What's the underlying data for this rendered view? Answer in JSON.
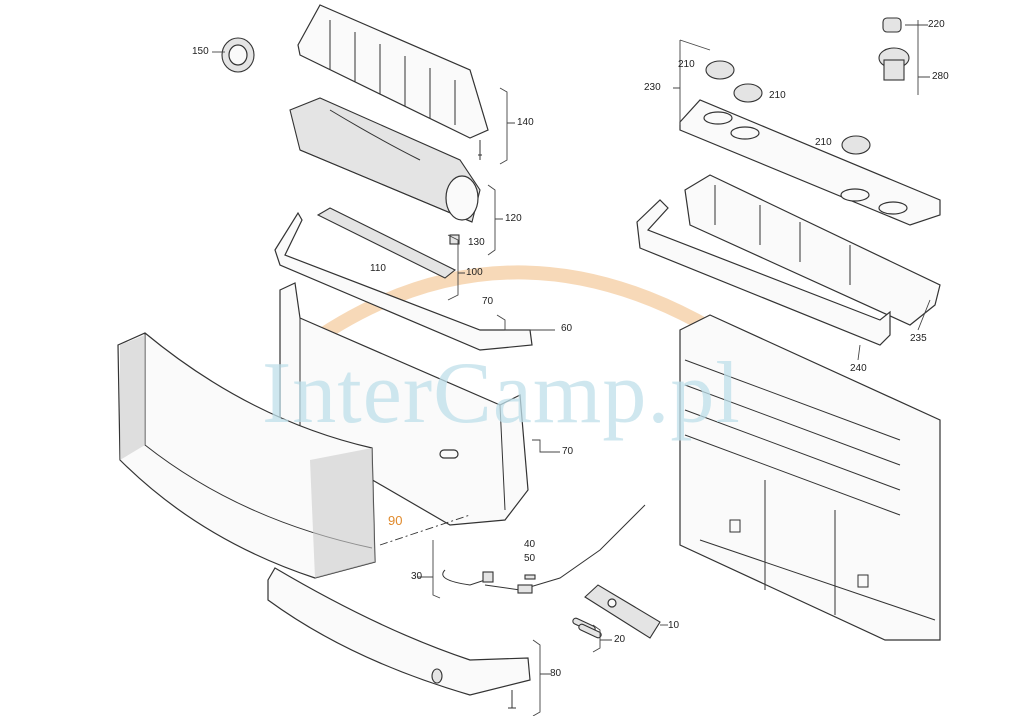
{
  "watermark": "InterCamp.pl",
  "colors": {
    "watermark": "#bfe0ea",
    "arc": "#f3c99a",
    "highlight_label": "#e08a2c"
  },
  "labels": {
    "p150": "150",
    "p140": "140",
    "p120": "120",
    "p130": "130",
    "p110": "110",
    "p100": "100",
    "p70a": "70",
    "p60": "60",
    "p70b": "70",
    "p90": "90",
    "p30": "30",
    "p40": "40",
    "p50": "50",
    "p10": "10",
    "p20": "20",
    "p80": "80",
    "p220": "220",
    "p210a": "210",
    "p230": "230",
    "p210b": "210",
    "p280": "280",
    "p210c": "210",
    "p235": "235",
    "p240": "240"
  }
}
